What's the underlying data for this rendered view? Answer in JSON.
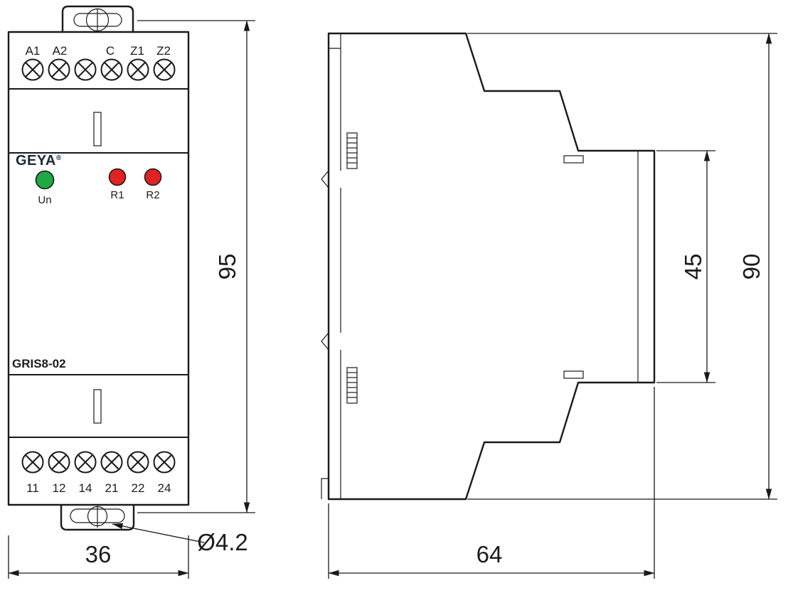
{
  "front_view": {
    "brand": "GEYA",
    "brand_mark": "®",
    "model": "GRIS8-02",
    "top_terminal_labels": [
      "A1",
      "A2",
      "C",
      "Z1",
      "Z2"
    ],
    "bottom_terminal_labels": [
      "11",
      "12",
      "14",
      "21",
      "22",
      "24"
    ],
    "leds": [
      {
        "label": "Un",
        "color": "#1fa945"
      },
      {
        "label": "R1",
        "color": "#e12222"
      },
      {
        "label": "R2",
        "color": "#e12222"
      }
    ]
  },
  "dimensions": {
    "front_height": "95",
    "front_width": "36",
    "mounting_hole_diameter": "Ø4.2",
    "depth": "64",
    "rear_height": "45",
    "overall_height": "90"
  },
  "colors": {
    "line": "#1a1a1a"
  }
}
